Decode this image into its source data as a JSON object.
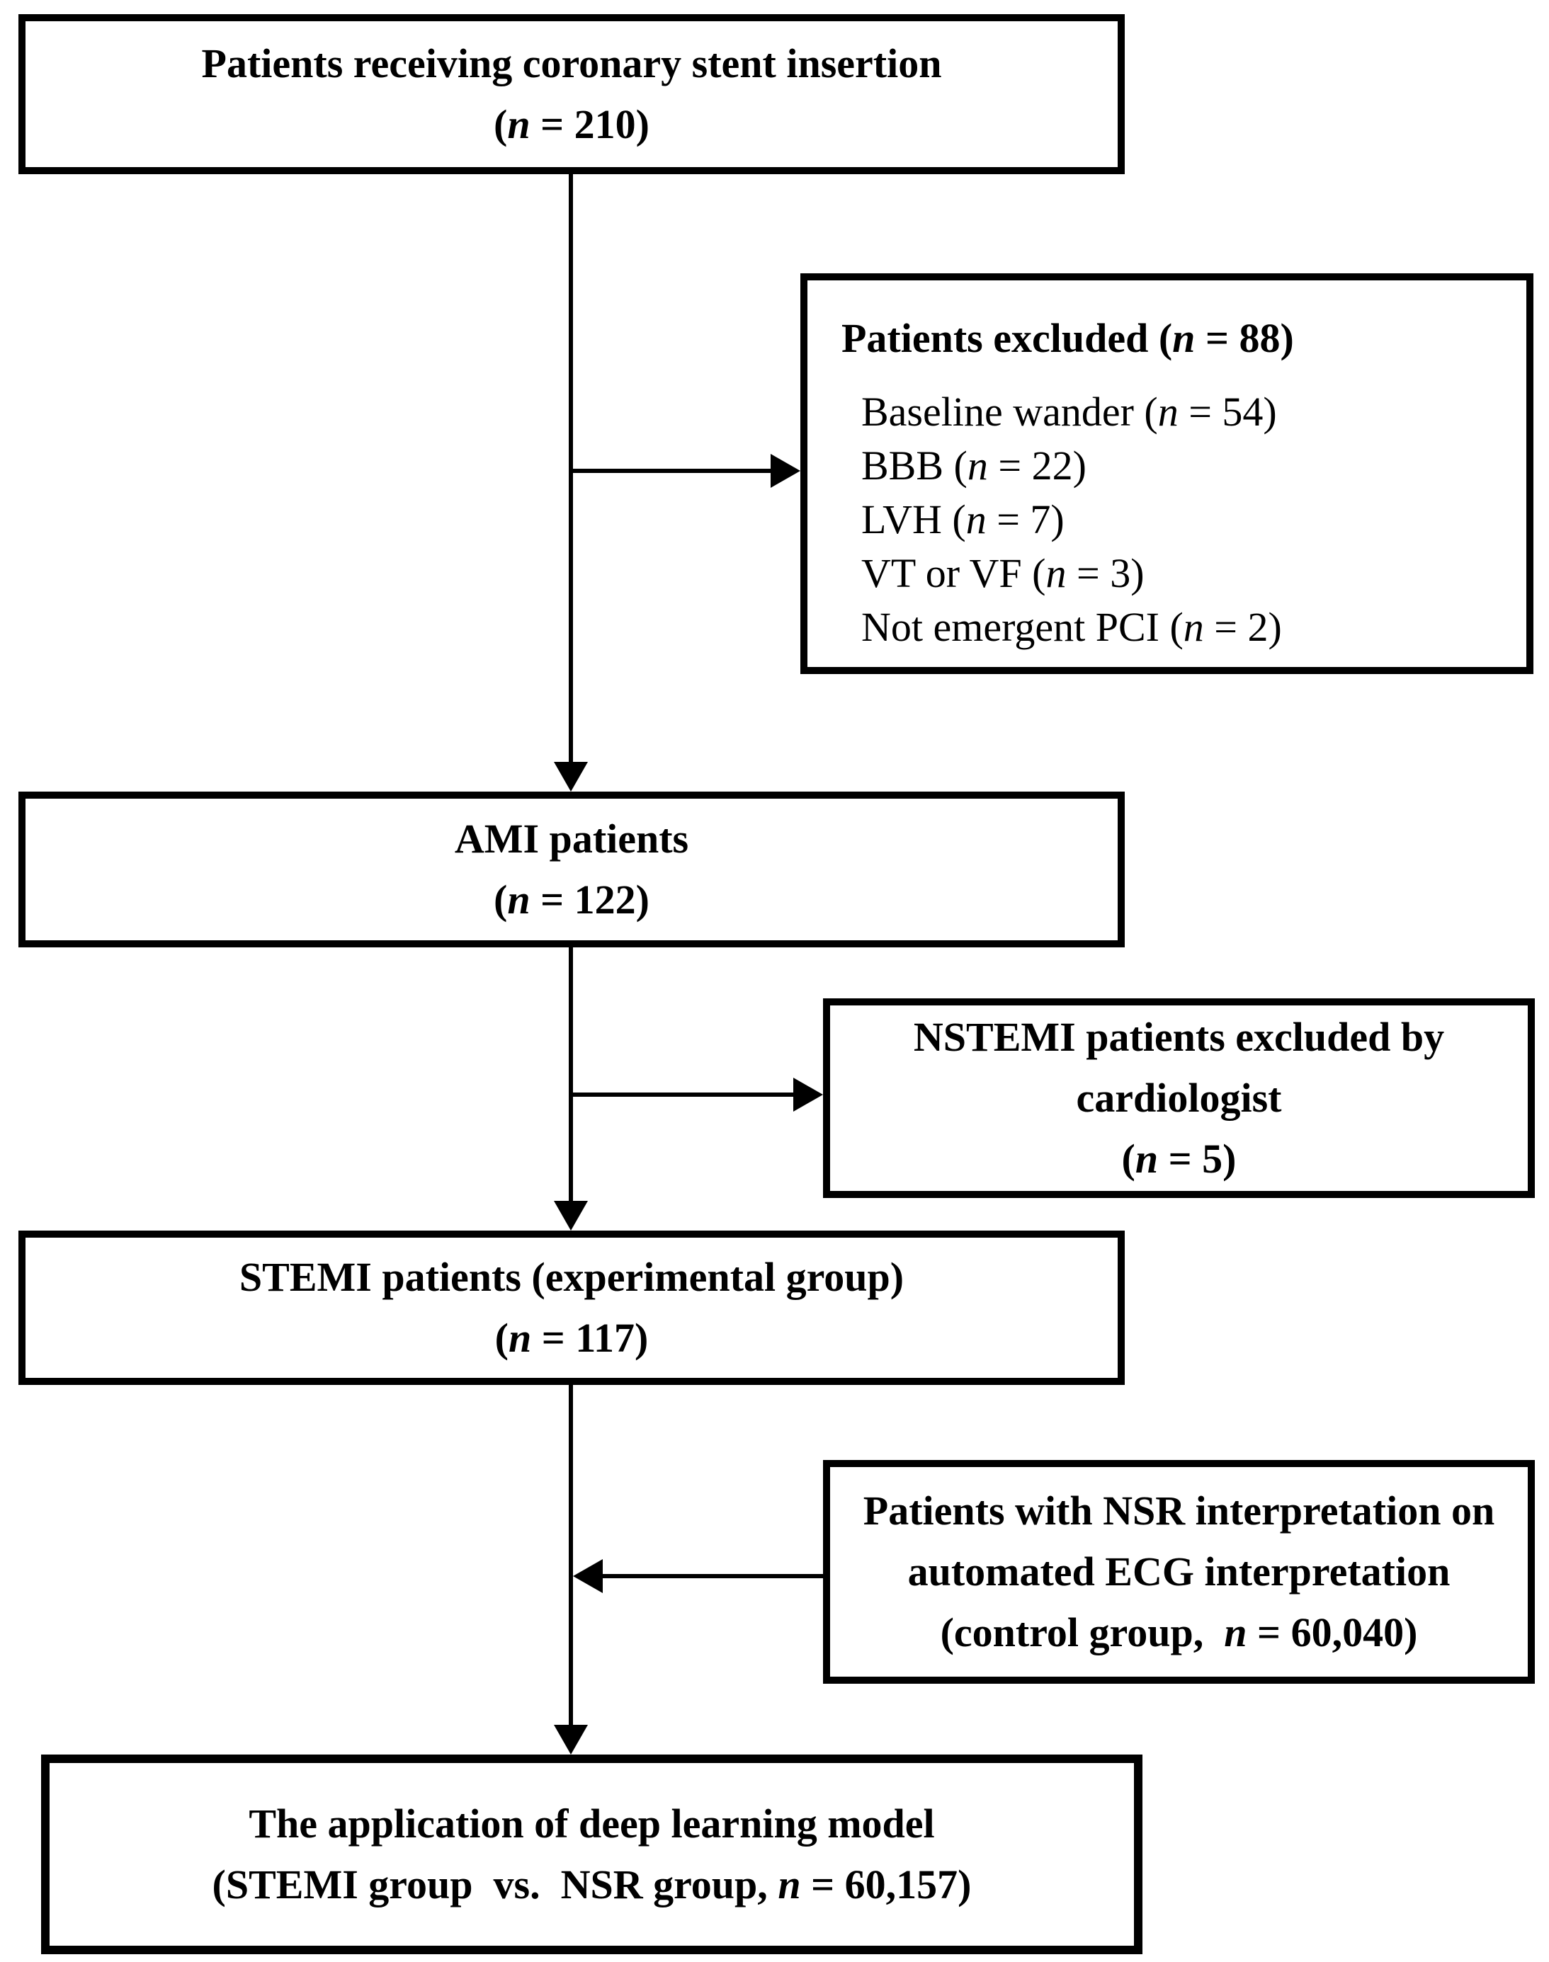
{
  "figure": {
    "type": "flowchart",
    "background": "#ffffff",
    "line_color": "#000000",
    "text_color": "#000000"
  },
  "boxes": {
    "stent": {
      "lines": [
        "Patients receiving coronary stent insertion",
        "(*n* = 210)"
      ]
    },
    "excluded": {
      "title": "Patients excluded (*n* = 88)",
      "items": [
        "Baseline wander (*n* = 54)",
        "BBB (*n* = 22)",
        "LVH (*n* = 7)",
        "VT or VF (*n* = 3)",
        "Not emergent PCI (*n* = 2)"
      ]
    },
    "ami": {
      "lines": [
        "AMI patients",
        "(*n* = 122)"
      ]
    },
    "nstemi_excluded": {
      "lines": [
        "NSTEMI patients excluded by",
        "cardiologist",
        "(*n* = 5)"
      ]
    },
    "stemi": {
      "lines": [
        "STEMI patients (experimental group)",
        "(*n* = 117)"
      ]
    },
    "nsr": {
      "lines": [
        "Patients with NSR interpretation on",
        "automated ECG interpretation",
        "(control group,  *n* = 60,040)"
      ]
    },
    "application": {
      "lines": [
        "The application of deep learning model",
        "(STEMI group  vs.  NSR group, *n* = 60,157)"
      ]
    }
  }
}
